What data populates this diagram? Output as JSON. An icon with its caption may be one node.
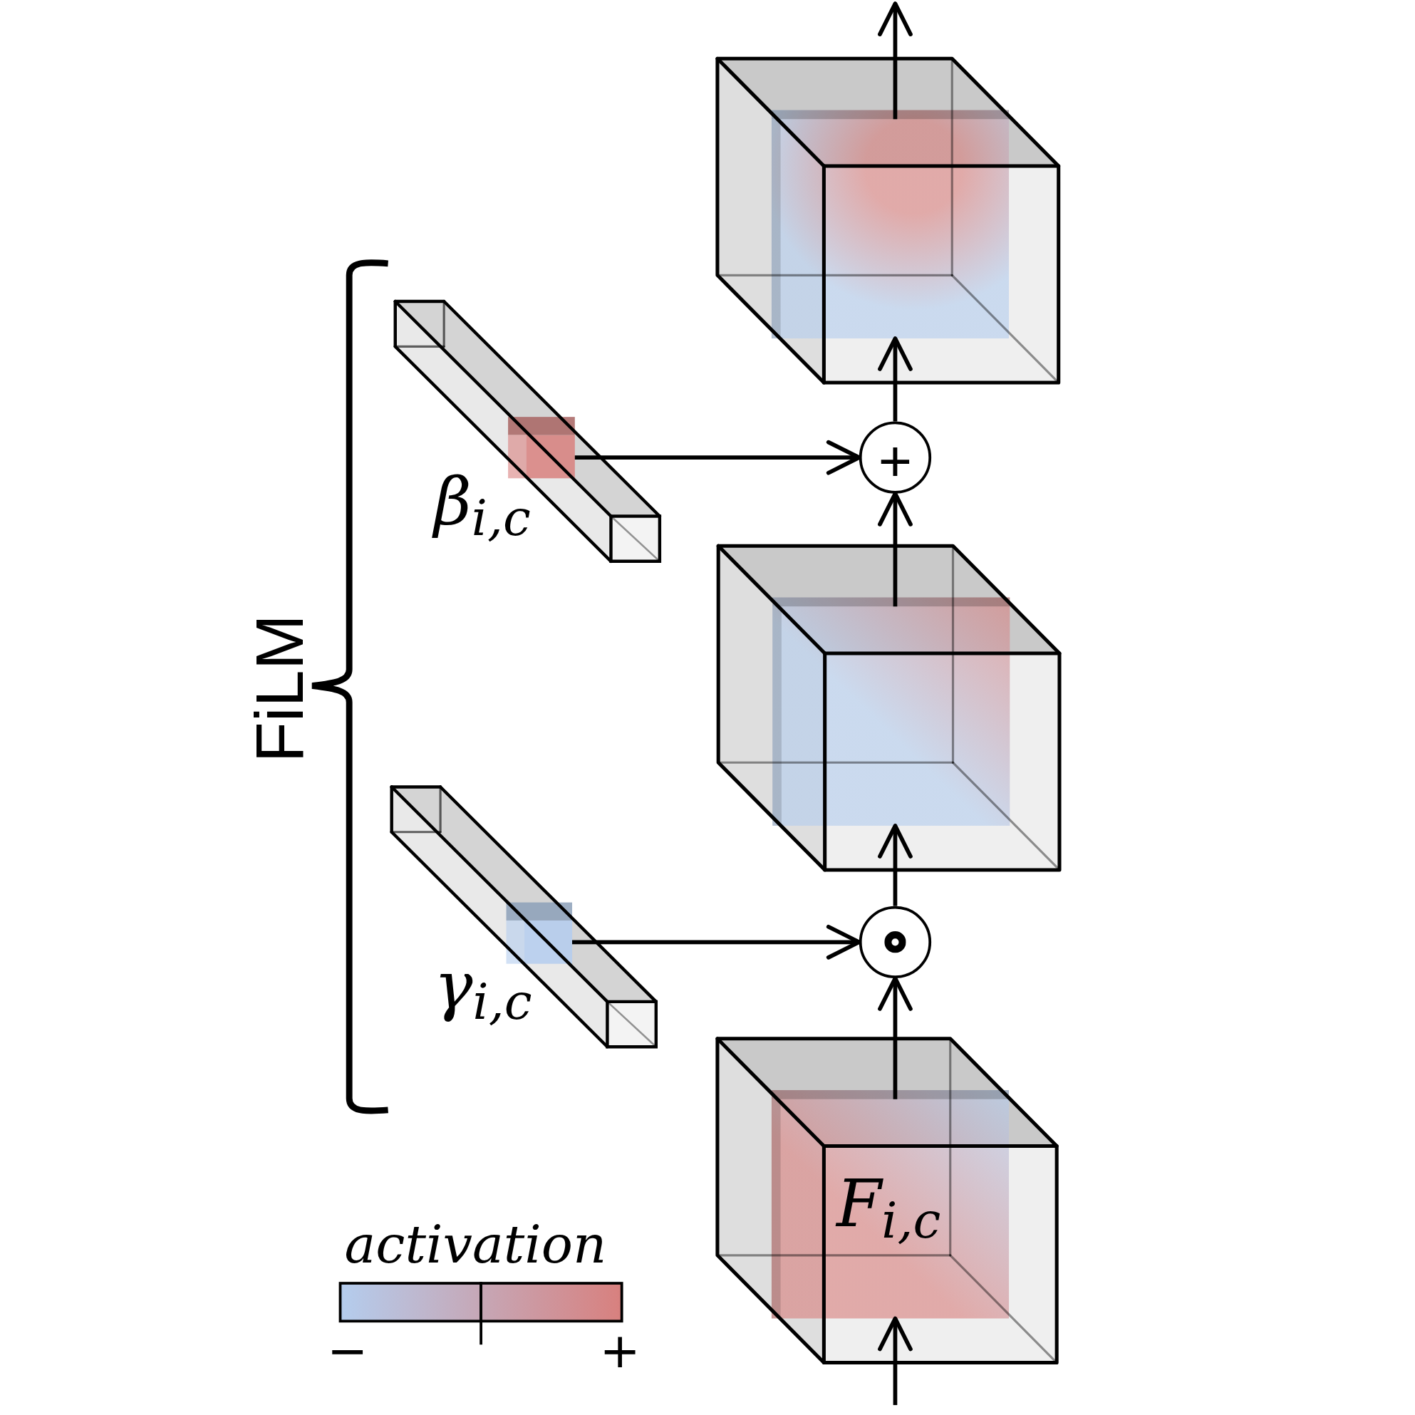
{
  "diagram": {
    "nodes": [
      {
        "text": [],
        "shape": "cube"
      },
      {
        "text": [],
        "shape": "bar",
        "beside": [
          "β$_{i,c}$"
        ]
      },
      {
        "text": [
          "+"
        ]
      },
      {
        "text": [],
        "shape": "cube"
      },
      {
        "text": [],
        "shape": "bar",
        "beside": [
          "γ$_{i,c}$"
        ]
      },
      {
        "text": [],
        "shape": "circle"
      },
      {
        "text": [
          "F$_{i,c}$"
        ]
      }
    ],
    "edges": [
      {
        "from": null,
        "to": 6,
        "arrow": "to"
      },
      {
        "from": 6,
        "to": 5,
        "arrow": "to"
      },
      {
        "from": 4,
        "to": 5,
        "arrow": "to"
      },
      {
        "from": 5,
        "to": 3,
        "arrow": "to"
      },
      {
        "from": 3,
        "to": 2,
        "arrow": "to"
      },
      {
        "from": 1,
        "to": 2,
        "arrow": "to"
      },
      {
        "from": 2,
        "to": 0,
        "arrow": "to"
      },
      {
        "from": 0,
        "to": null,
        "arrow": "to"
      }
    ],
    "labels": [
      "FiLM",
      "activation"
    ],
    "legend": [
      {
        "text": "−",
        "color": "#b4cdee"
      },
      {
        "text": "+",
        "color": "#d8807e"
      }
    ]
  }
}
